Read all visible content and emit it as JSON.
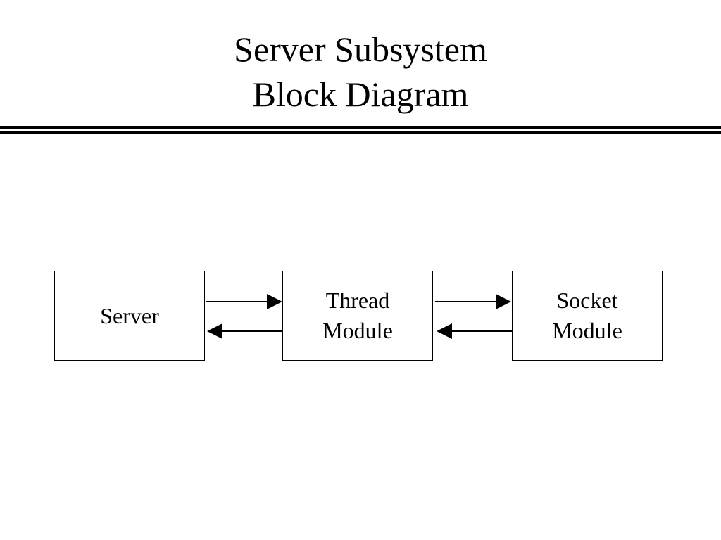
{
  "title": {
    "line1": "Server Subsystem",
    "line2": "Block Diagram"
  },
  "blocks": [
    {
      "lines": [
        "Server"
      ]
    },
    {
      "lines": [
        "Thread",
        "Module"
      ]
    },
    {
      "lines": [
        "Socket",
        "Module"
      ]
    }
  ],
  "connections": [
    {
      "from": "Server",
      "to": "Thread Module"
    },
    {
      "from": "Thread Module",
      "to": "Server"
    },
    {
      "from": "Thread Module",
      "to": "Socket Module"
    },
    {
      "from": "Socket Module",
      "to": "Thread Module"
    }
  ]
}
